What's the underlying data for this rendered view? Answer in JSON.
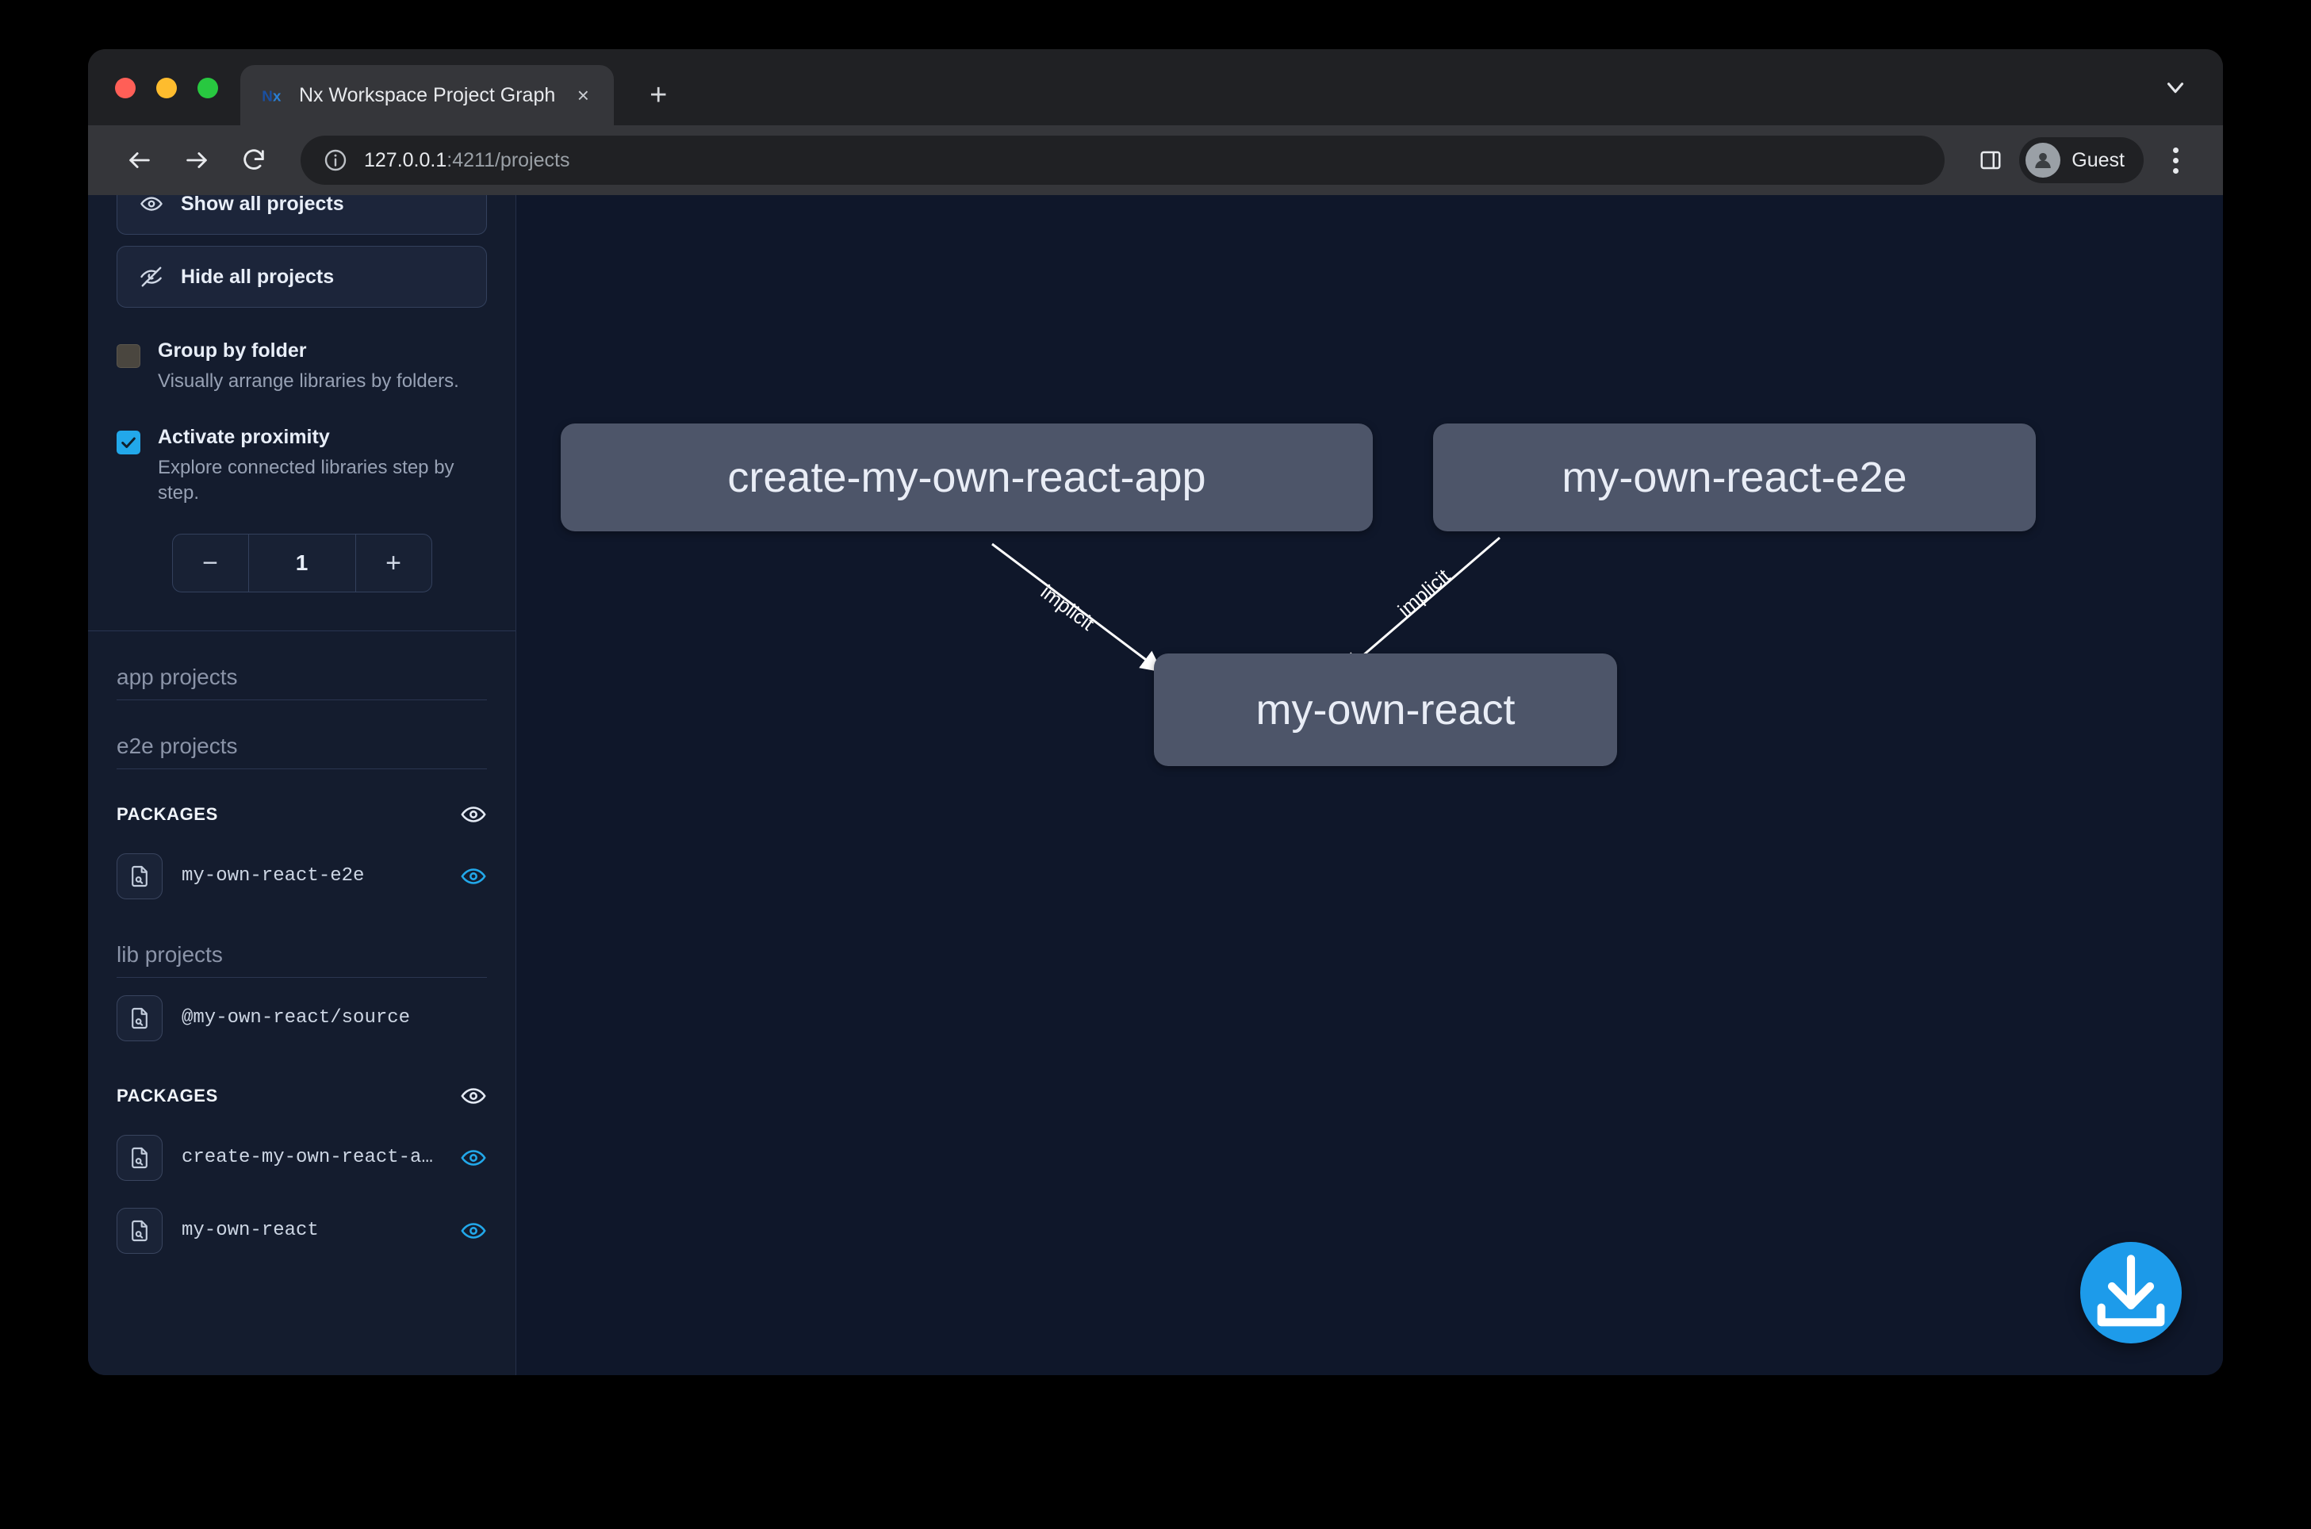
{
  "browser": {
    "tab": {
      "title": "Nx Workspace Project Graph",
      "favicon": "nx-logo-icon",
      "close_label": "×"
    },
    "new_tab_label": "+",
    "toolbar": {
      "back_icon": "back-arrow-icon",
      "forward_icon": "forward-arrow-icon",
      "reload_icon": "reload-icon",
      "info_icon": "site-info-icon",
      "url_host": "127.0.0.1",
      "url_path": ":4211/projects",
      "url_full": "127.0.0.1:4211/projects",
      "side_panel_icon": "side-panel-icon",
      "profile_name": "Guest",
      "menu_icon": "kebab-menu-icon"
    },
    "tabstrip_chevron": "chevron-down-icon"
  },
  "sidebar": {
    "show_all_label": "Show all projects",
    "hide_all_label": "Hide all projects",
    "options": [
      {
        "id": "group-by-folder",
        "title": "Group by folder",
        "desc": "Visually arrange libraries by folders.",
        "checked": false
      },
      {
        "id": "activate-proximity",
        "title": "Activate proximity",
        "desc": "Explore connected libraries step by step.",
        "checked": true
      }
    ],
    "stepper": {
      "decrement_label": "−",
      "value": "1",
      "increment_label": "+"
    },
    "sections": [
      {
        "id": "app-projects",
        "heading": "app projects",
        "groups": []
      },
      {
        "id": "e2e-projects",
        "heading": "e2e projects",
        "groups": [
          {
            "label": "PACKAGES",
            "projects": [
              {
                "name": "my-own-react-e2e",
                "visible": true
              }
            ]
          }
        ]
      },
      {
        "id": "lib-projects",
        "heading": "lib projects",
        "groups": [
          {
            "label": "",
            "projects": [
              {
                "name": "@my-own-react/source",
                "visible": false
              }
            ]
          },
          {
            "label": "PACKAGES",
            "projects": [
              {
                "name": "create-my-own-react-app",
                "visible": true
              },
              {
                "name": "my-own-react",
                "visible": true
              }
            ]
          }
        ]
      }
    ]
  },
  "graph": {
    "nodes": [
      {
        "id": "create-my-own-react-app",
        "label": "create-my-own-react-app"
      },
      {
        "id": "my-own-react-e2e",
        "label": "my-own-react-e2e"
      },
      {
        "id": "my-own-react",
        "label": "my-own-react"
      }
    ],
    "edges": [
      {
        "from": "create-my-own-react-app",
        "to": "my-own-react",
        "label": "implicit"
      },
      {
        "from": "my-own-react-e2e",
        "to": "my-own-react",
        "label": "implicit"
      }
    ],
    "download_button": {
      "icon": "download-icon",
      "accent_color": "#1d9bea"
    }
  },
  "colors": {
    "canvas_bg": "#0f172a",
    "sidebar_bg": "#141c2e",
    "node_fill": "#4d5569",
    "accent": "#22a8ea",
    "edge_stroke": "#ffffff"
  }
}
